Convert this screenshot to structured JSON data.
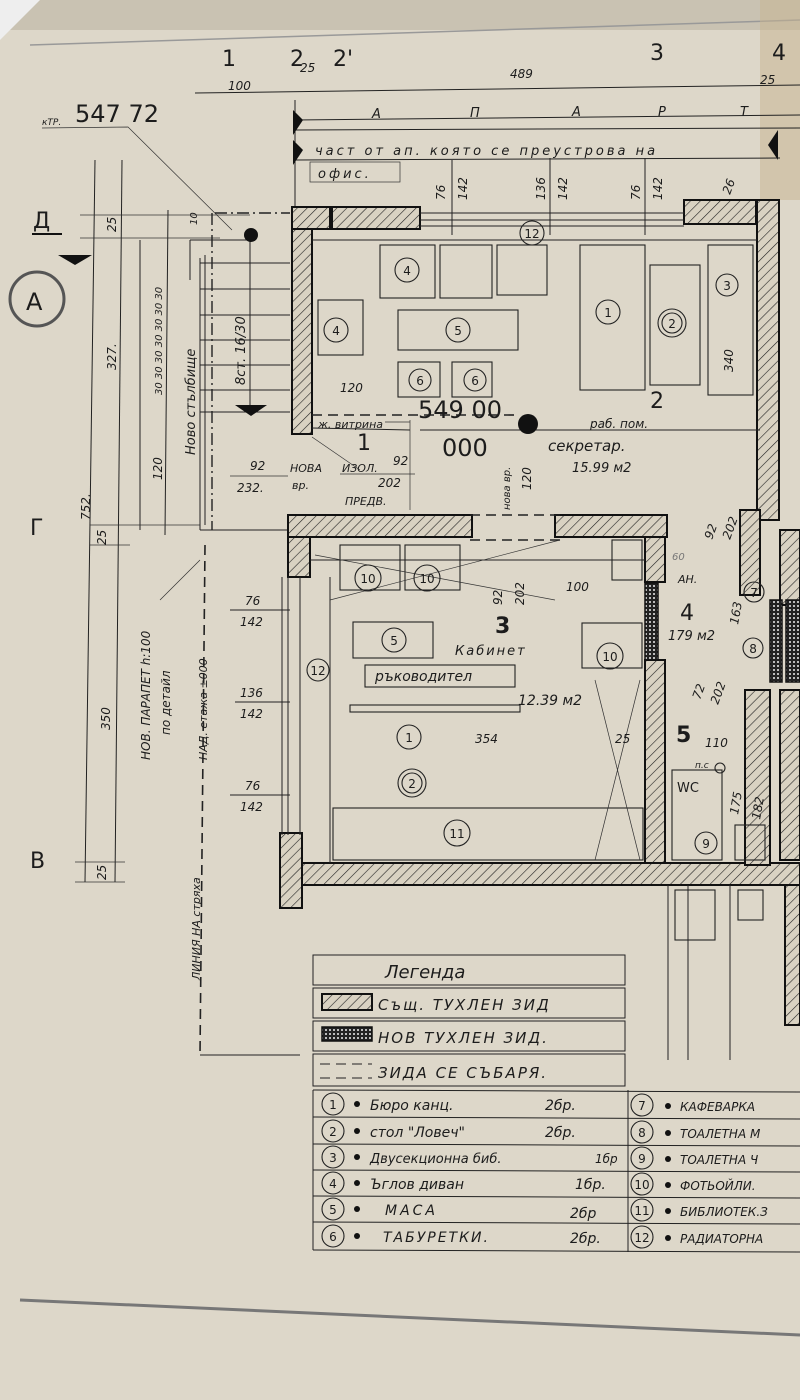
{
  "grid_axes": {
    "top": [
      "1",
      "2",
      "2'",
      "3",
      "4"
    ],
    "left": [
      "Д",
      "Г",
      "В"
    ],
    "section_marker": "A"
  },
  "top_dims": {
    "d100": "100",
    "d25a": "25",
    "d489": "489",
    "d25b": "25"
  },
  "elevation_top": {
    "prefix": "кТР.",
    "value": "547 72"
  },
  "apartment_letters": [
    "А",
    "П",
    "А",
    "Р",
    "Т"
  ],
  "apartment_note": "част от ап. която се преустрова на",
  "apartment_note_2": "офис.",
  "window_dims": [
    {
      "w": "76",
      "h": "142"
    },
    {
      "w": "136",
      "h": "142"
    },
    {
      "w": "76",
      "h": "142"
    }
  ],
  "wall_dim_26": "26",
  "left_window_dims": [
    {
      "w": "76",
      "h": "142"
    },
    {
      "w": "136",
      "h": "142"
    },
    {
      "w": "76",
      "h": "142"
    }
  ],
  "left_dims": {
    "d327": "327.",
    "d752": "752.",
    "d25a": "25",
    "d25b": "25",
    "d25c": "25",
    "d350": "350",
    "d120": "120",
    "steps": "30 30 30 30 30 30 30",
    "d10": "10"
  },
  "stair": {
    "label": "Ново стълбище",
    "steps": "8ст. 16/30"
  },
  "parapet": {
    "line1": "НОВ. ПАРАПЕТ h:100",
    "line2": "по детайл"
  },
  "eave_line": {
    "line1": "ЛИНИЯ НА стряха",
    "line2": "НАД. етажа ±000"
  },
  "room1": {
    "number": "1",
    "vitrina": "ж. витрина",
    "new_door": "НОВА",
    "new_door2": "вр.",
    "izol": "ИЗОЛ.",
    "d92": "92",
    "d202": "202",
    "pred": "ПРЕДВ.",
    "d92b": "92",
    "d232": "232.",
    "d120": "120"
  },
  "elevation_mid": {
    "value": "549 00",
    "sub": "000"
  },
  "room2": {
    "number": "2",
    "name1": "раб. пом.",
    "name2": "секретар.",
    "area": "15.99 м2",
    "d340": "340",
    "d120": "120"
  },
  "room3": {
    "number": "3",
    "name1": "Кабинет",
    "name2": "ръководител",
    "area": "12.39 м2",
    "d354": "354",
    "d25": "25",
    "d100": "100",
    "d92": "92",
    "d202": "202",
    "new_door": "нова вр."
  },
  "room4": {
    "number": "4",
    "area": "179 м2",
    "label": "АН.",
    "d163": "163",
    "d60": "60",
    "d72": "72",
    "d202": "202",
    "d92": "92",
    "d202b": "202"
  },
  "room5": {
    "number": "5",
    "d110": "110",
    "ps": "п.с",
    "wc": "WC",
    "d175": "175",
    "d182": "182"
  },
  "furniture_markers": [
    "1",
    "2",
    "3",
    "4",
    "4",
    "5",
    "6",
    "6",
    "10",
    "10",
    "5",
    "10",
    "1",
    "2",
    "11",
    "12",
    "12",
    "7",
    "8",
    "9"
  ],
  "legend": {
    "title": "Легенда",
    "walls": [
      {
        "label": "Същ. ТУХЛЕН ЗИД"
      },
      {
        "label": "НОВ ТУХЛЕН ЗИД."
      },
      {
        "label": "ЗИДА СЕ СЪБАРЯ."
      }
    ],
    "items_left": [
      {
        "no": "1",
        "name": "Бюро канц.",
        "qty": "2бр."
      },
      {
        "no": "2",
        "name": "стол \"Ловеч\"",
        "qty": "2бр."
      },
      {
        "no": "3",
        "name": "Двусекционна биб.",
        "qty": "1бр"
      },
      {
        "no": "4",
        "name": "Ъглов диван",
        "qty": "1бр."
      },
      {
        "no": "5",
        "name": "МАСА",
        "qty": "2бр"
      },
      {
        "no": "6",
        "name": "ТАБУРЕТКИ.",
        "qty": "2бр."
      }
    ],
    "items_right": [
      {
        "no": "7",
        "name": "КАФЕВАРКА"
      },
      {
        "no": "8",
        "name": "ТОАЛЕТНА М"
      },
      {
        "no": "9",
        "name": "ТОАЛЕТНА Ч"
      },
      {
        "no": "10",
        "name": "ФОТЬОЙЛИ."
      },
      {
        "no": "11",
        "name": "БИБЛИОТЕК.З"
      },
      {
        "no": "12",
        "name": "РАДИАТОРНА"
      }
    ]
  },
  "colors": {
    "paper": "#ddd7c9",
    "ink": "#1c1c1c"
  }
}
